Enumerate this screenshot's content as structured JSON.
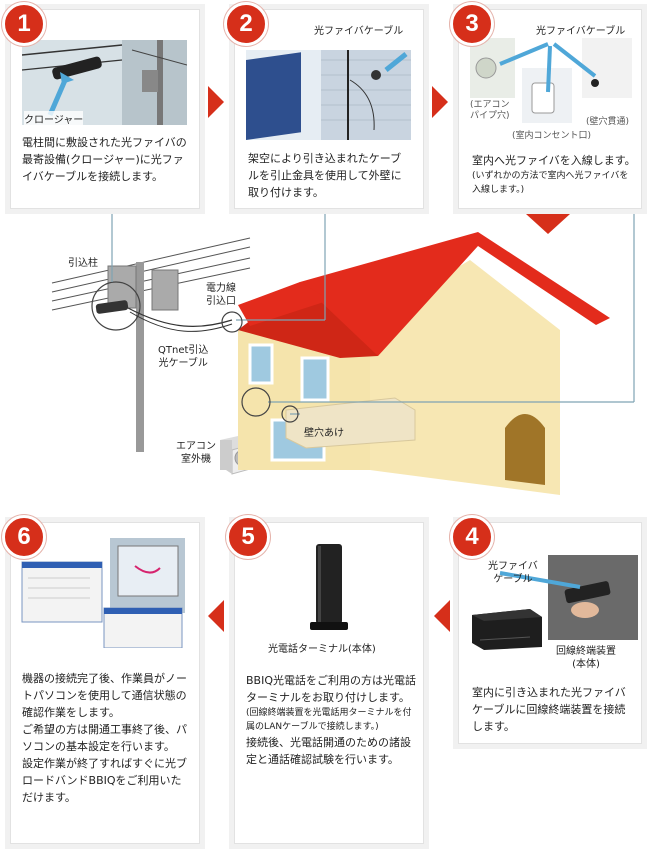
{
  "steps": [
    {
      "num": "1",
      "photo_label": "クロージャー",
      "text": "電柱間に敷設された光ファイバの最寄設備(クロージャー)に光ファイバケーブルを接続します。"
    },
    {
      "num": "2",
      "photo_label": "光ファイバケーブル",
      "text": "架空により引き込まれたケーブルを引止金具を使用して外壁に取り付けます。"
    },
    {
      "num": "3",
      "photo_label": "光ファイバケーブル",
      "sub_labels": {
        "aircon_pipe": "(エアコン\nパイプ穴)",
        "outlet": "(室内コンセント口)",
        "wall_hole": "(壁穴貫通)"
      },
      "text": "室内へ光ファイバを入線します。",
      "note": "(いずれかの方法で室内へ光ファイバを入線します。)"
    },
    {
      "num": "4",
      "photo_label_1": "光ファイバ\nケーブル",
      "photo_label_2": "回線終端装置\n(本体)",
      "text": "室内に引き込まれた光ファイバケーブルに回線終端装置を接続します。"
    },
    {
      "num": "5",
      "photo_label": "光電話ターミナル(本体)",
      "text": "BBIQ光電話をご利用の方は光電話ターミナルをお取り付けします。",
      "note": "(回線終端装置を光電話用ターミナルを付属のLANケーブルで接続します。)",
      "text2": "接続後、光電話開通のための諸設定と通話確認試験を行います。"
    },
    {
      "num": "6",
      "text": "機器の接続完了後、作業員がノートパソコンを使用して通信状態の確認作業をします。\nご希望の方は開通工事終了後、パソコンの基本設定を行います。\n設定作業が終了すればすぐに光ブロードバンドBBIQをご利用いただけます。"
    }
  ],
  "diagram": {
    "pole": "引込柱",
    "power_inlet": "電力線\n引込口",
    "cable": "QTnet引込\n光ケーブル",
    "wall_hole": "壁穴あけ",
    "aircon": "エアコン\n室外機"
  },
  "colors": {
    "accent": "#d62f1a",
    "roof": "#e32b1c",
    "wall": "#f7e7b0",
    "line": "#7fa3b3"
  }
}
